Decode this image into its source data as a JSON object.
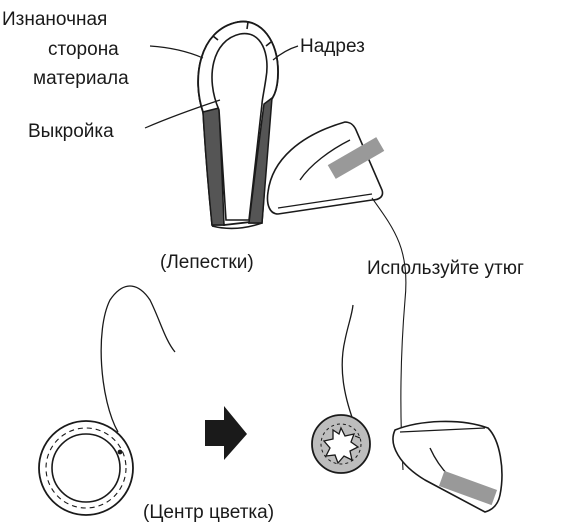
{
  "labels": {
    "wrong_side": [
      "Изнаночная",
      "сторона",
      "материала"
    ],
    "notch": "Надрез",
    "pattern": "Выкройка",
    "petals": "(Лепестки)",
    "use_iron": "Используйте утюг",
    "flower_center": "(Центр цветка)"
  },
  "colors": {
    "ink": "#1a1a1a",
    "dark_fill": "#555555",
    "iron_handle": "#999999",
    "center_fill": "#bdbdbd",
    "background": "#ffffff"
  },
  "icons": {
    "arrow": "right-arrow-icon"
  }
}
